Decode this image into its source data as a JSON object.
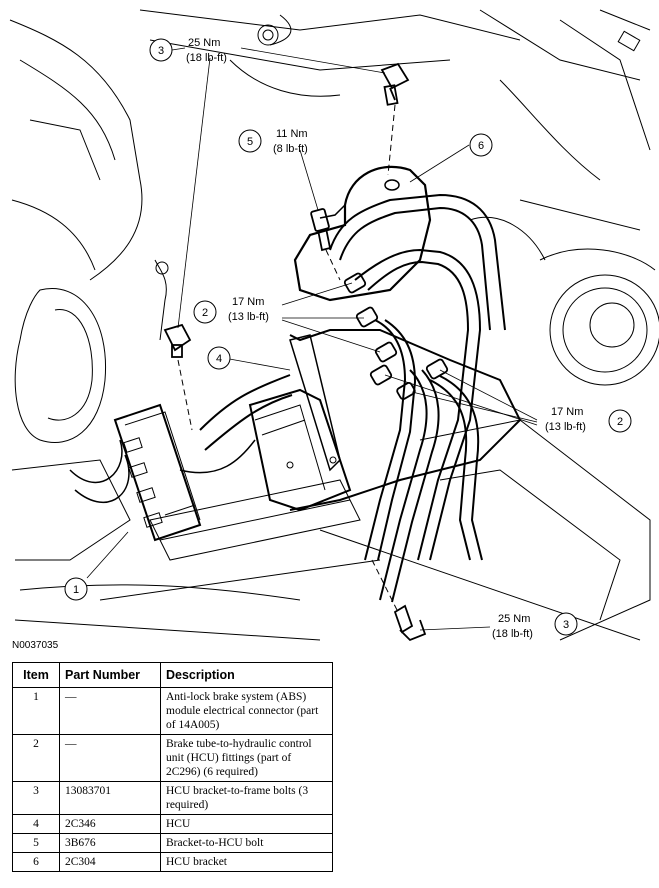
{
  "figure_id": "N0037035",
  "callouts": {
    "c1": {
      "number": "1"
    },
    "c2a": {
      "number": "2",
      "torque_nm": "17 Nm",
      "torque_lbft": "(13 lb-ft)"
    },
    "c2b": {
      "number": "2",
      "torque_nm": "17 Nm",
      "torque_lbft": "(13 lb-ft)"
    },
    "c3a": {
      "number": "3",
      "torque_nm": "25 Nm",
      "torque_lbft": "(18 lb-ft)"
    },
    "c3b": {
      "number": "3",
      "torque_nm": "25 Nm",
      "torque_lbft": "(18 lb-ft)"
    },
    "c4": {
      "number": "4"
    },
    "c5": {
      "number": "5",
      "torque_nm": "11 Nm",
      "torque_lbft": "(8 lb-ft)"
    },
    "c6": {
      "number": "6"
    }
  },
  "table": {
    "headers": {
      "item": "Item",
      "part_number": "Part Number",
      "description": "Description"
    },
    "rows": [
      {
        "item": "1",
        "part_number": "—",
        "description": "Anti-lock brake system (ABS) module electrical connector (part of 14A005)"
      },
      {
        "item": "2",
        "part_number": "—",
        "description": "Brake tube-to-hydraulic control unit (HCU) fittings (part of 2C296) (6 required)"
      },
      {
        "item": "3",
        "part_number": "13083701",
        "description": "HCU bracket-to-frame bolts (3 required)"
      },
      {
        "item": "4",
        "part_number": "2C346",
        "description": "HCU"
      },
      {
        "item": "5",
        "part_number": "3B676",
        "description": "Bracket-to-HCU bolt"
      },
      {
        "item": "6",
        "part_number": "2C304",
        "description": "HCU bracket"
      }
    ]
  }
}
